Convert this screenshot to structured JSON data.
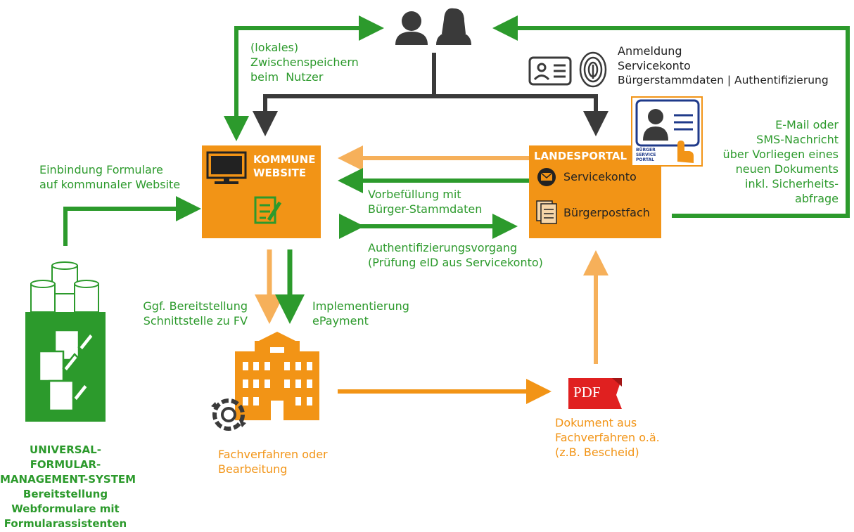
{
  "top_left_note": "(lokales)\nZwischenspeichern\nbeim  Nutzer",
  "login": {
    "line1": "Anmeldung",
    "line2": "Servicekonto",
    "line3": "Bürgerstammdaten | Authentifizierung"
  },
  "notify": "E-Mail oder\nSMS-Nachricht\nüber Vorliegen eines\nneuen Dokuments\ninkl. Sicherheits-\nabfrage",
  "einbindung": "Einbindung Formulare\nauf kommunaler Website",
  "kommune": {
    "title": "KOMMUNE\nWEBSITE"
  },
  "landesportal": {
    "title": "LANDESPORTAL",
    "servicekonto": "Servicekonto",
    "buergerpostfach": "Bürgerpostfach"
  },
  "portal_badge": "BÜRGER\nSERVICE\nPORTAL",
  "vorbefuellung": "Vorbefüllung mit\nBürger-Stammdaten",
  "auth": "Authentifizierungsvorgang\n(Prüfung eID aus Servicekonto)",
  "bereitstellung": "Ggf. Bereitstellung\nSchnittstelle zu FV",
  "epayment": "Implementierung\nePayment",
  "fachverfahren": "Fachverfahren oder\nBearbeitung",
  "pdf_label": "PDF",
  "dokument": "Dokument aus\nFachverfahren o.ä.\n(z.B. Bescheid)",
  "ufms": "UNIVERSAL-\nFORMULAR-\nMANAGEMENT-SYSTEM\nBereitstellung\nWebformulare mit\nFormularassistenten",
  "colors": {
    "green": "#2c9a2c",
    "orange": "#f29416",
    "light_orange": "#f6b05a",
    "dark": "#3a3a3a",
    "pdf_red": "#e02020",
    "badge_blue": "#1f3a8a"
  }
}
